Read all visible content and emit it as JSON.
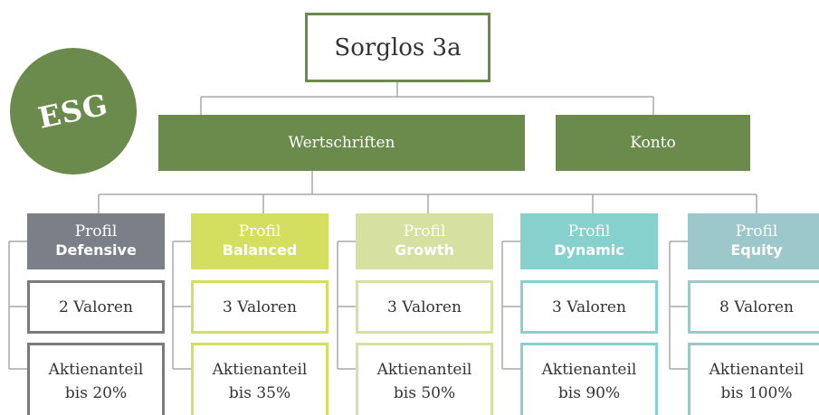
{
  "root": {
    "label": "Sorglos 3a"
  },
  "badge": {
    "label": "ESG"
  },
  "level2": {
    "wertschriften": "Wertschriften",
    "konto": "Konto"
  },
  "profiles": [
    {
      "prefix": "Profil",
      "name": "Defensive",
      "valoren": "2 Valoren",
      "aktien_line1": "Aktienanteil",
      "aktien_line2": "bis 20%",
      "header_color": "#7b8088",
      "border_color": "#7b7b7b"
    },
    {
      "prefix": "Profil",
      "name": "Balanced",
      "valoren": "3 Valoren",
      "aktien_line1": "Aktienanteil",
      "aktien_line2": "bis 35%",
      "header_color": "#d5df5f",
      "border_color": "#d5df5f"
    },
    {
      "prefix": "Profil",
      "name": "Growth",
      "valoren": "3 Valoren",
      "aktien_line1": "Aktienanteil",
      "aktien_line2": "bis 50%",
      "header_color": "#d6e0a0",
      "border_color": "#d6e0a0"
    },
    {
      "prefix": "Profil",
      "name": "Dynamic",
      "valoren": "3 Valoren",
      "aktien_line1": "Aktienanteil",
      "aktien_line2": "bis 90%",
      "header_color": "#86d1cd",
      "border_color": "#86d1cd"
    },
    {
      "prefix": "Profil",
      "name": "Equity",
      "valoren": "8 Valoren",
      "aktien_line1": "Aktienanteil",
      "aktien_line2": "bis 100%",
      "header_color": "#9cc8cb",
      "border_color": "#9cc8cb"
    }
  ],
  "colors": {
    "primary_green": "#6a8b4b",
    "connector": "#a8a8a8"
  }
}
